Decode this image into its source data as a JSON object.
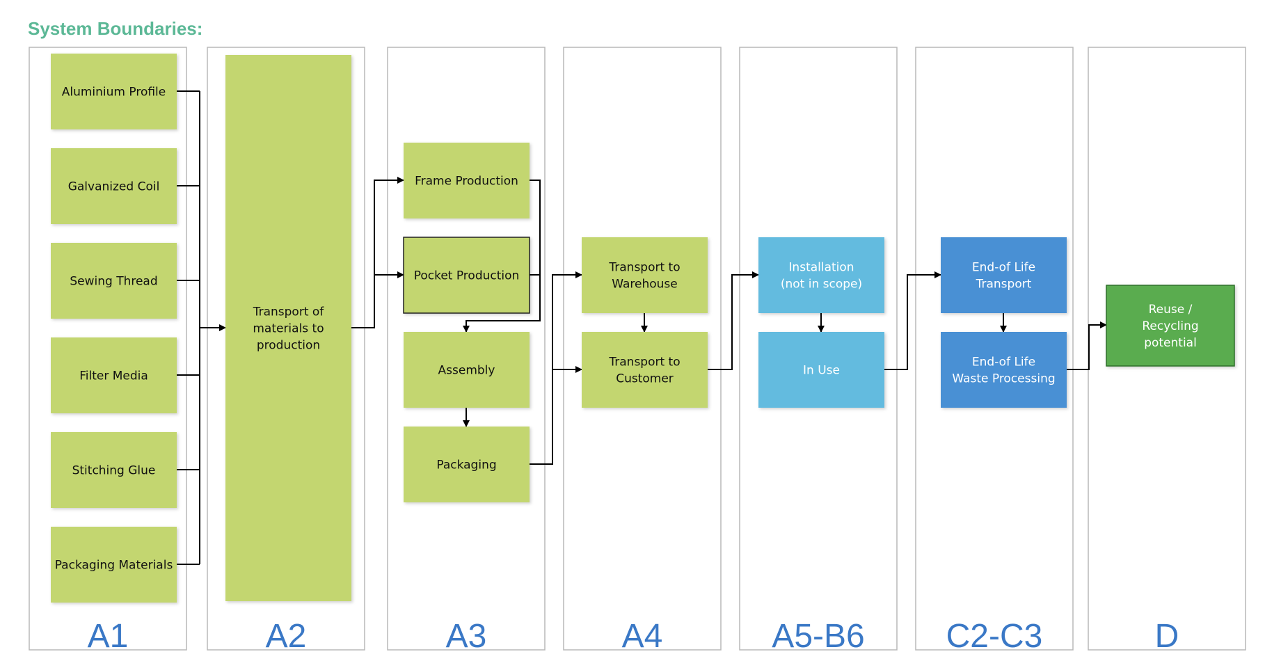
{
  "title": "System Boundaries:",
  "columns": [
    {
      "id": "A1",
      "label": "A1"
    },
    {
      "id": "A2",
      "label": "A2"
    },
    {
      "id": "A3",
      "label": "A3"
    },
    {
      "id": "A4",
      "label": "A4"
    },
    {
      "id": "A5B6",
      "label": "A5-B6"
    },
    {
      "id": "C2C3",
      "label": "C2-C3"
    },
    {
      "id": "D",
      "label": "D"
    }
  ],
  "nodes": [
    {
      "id": "alu",
      "lines": [
        "Aluminium Profile"
      ],
      "style": "green"
    },
    {
      "id": "galv",
      "lines": [
        "Galvanized Coil"
      ],
      "style": "green"
    },
    {
      "id": "thread",
      "lines": [
        "Sewing Thread"
      ],
      "style": "green"
    },
    {
      "id": "filter",
      "lines": [
        "Filter Media"
      ],
      "style": "green"
    },
    {
      "id": "glue",
      "lines": [
        "Stitching Glue"
      ],
      "style": "green"
    },
    {
      "id": "packmat",
      "lines": [
        "Packaging Materials"
      ],
      "style": "green"
    },
    {
      "id": "transport",
      "lines": [
        "Transport of",
        "materials to",
        "production"
      ],
      "style": "green"
    },
    {
      "id": "frame",
      "lines": [
        "Frame Production"
      ],
      "style": "green"
    },
    {
      "id": "pocket",
      "lines": [
        "Pocket Production"
      ],
      "style": "green-outlined"
    },
    {
      "id": "assembly",
      "lines": [
        "Assembly"
      ],
      "style": "green"
    },
    {
      "id": "packaging",
      "lines": [
        "Packaging"
      ],
      "style": "green"
    },
    {
      "id": "warehouse",
      "lines": [
        "Transport to",
        "Warehouse"
      ],
      "style": "green"
    },
    {
      "id": "customer",
      "lines": [
        "Transport to",
        "Customer"
      ],
      "style": "green"
    },
    {
      "id": "install",
      "lines": [
        "Installation",
        "(not in scope)"
      ],
      "style": "lightblue"
    },
    {
      "id": "inuse",
      "lines": [
        "In Use"
      ],
      "style": "lightblue"
    },
    {
      "id": "eoltransport",
      "lines": [
        "End-of Life",
        "Transport"
      ],
      "style": "blue"
    },
    {
      "id": "eolwaste",
      "lines": [
        "End-of Life",
        "Waste Processing"
      ],
      "style": "blue"
    },
    {
      "id": "reuse",
      "lines": [
        "Reuse /",
        "Recycling",
        "potential"
      ],
      "style": "darkgreen"
    }
  ],
  "styles": {
    "green": {
      "fill": "#c3d670",
      "text": "#111111",
      "stroke": "none"
    },
    "green-outlined": {
      "fill": "#c3d670",
      "text": "#111111",
      "stroke": "#222222"
    },
    "lightblue": {
      "fill": "#63bbdf",
      "text": "#ffffff",
      "stroke": "none"
    },
    "blue": {
      "fill": "#4a90d4",
      "text": "#ffffff",
      "stroke": "none"
    },
    "darkgreen": {
      "fill": "#5aac50",
      "text": "#ffffff",
      "stroke": "#2f6f2a"
    }
  },
  "colors": {
    "column_border": "#b8b8b8",
    "column_label": "#3a78c6",
    "connector": "#000000",
    "title": "#5cb896"
  }
}
